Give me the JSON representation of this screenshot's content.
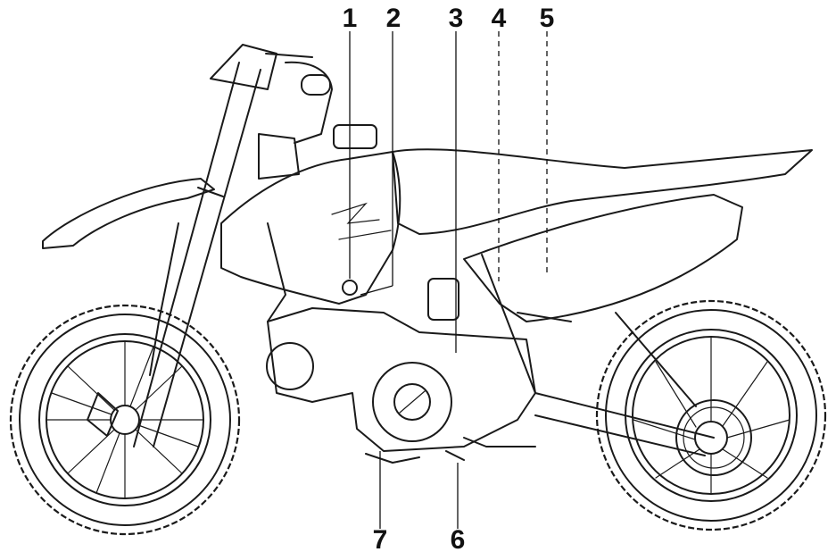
{
  "header_text": "",
  "callouts": [
    {
      "number": "1"
    },
    {
      "number": "2"
    },
    {
      "number": "3"
    },
    {
      "number": "4"
    },
    {
      "number": "5"
    },
    {
      "number": "6"
    },
    {
      "number": "7"
    }
  ]
}
